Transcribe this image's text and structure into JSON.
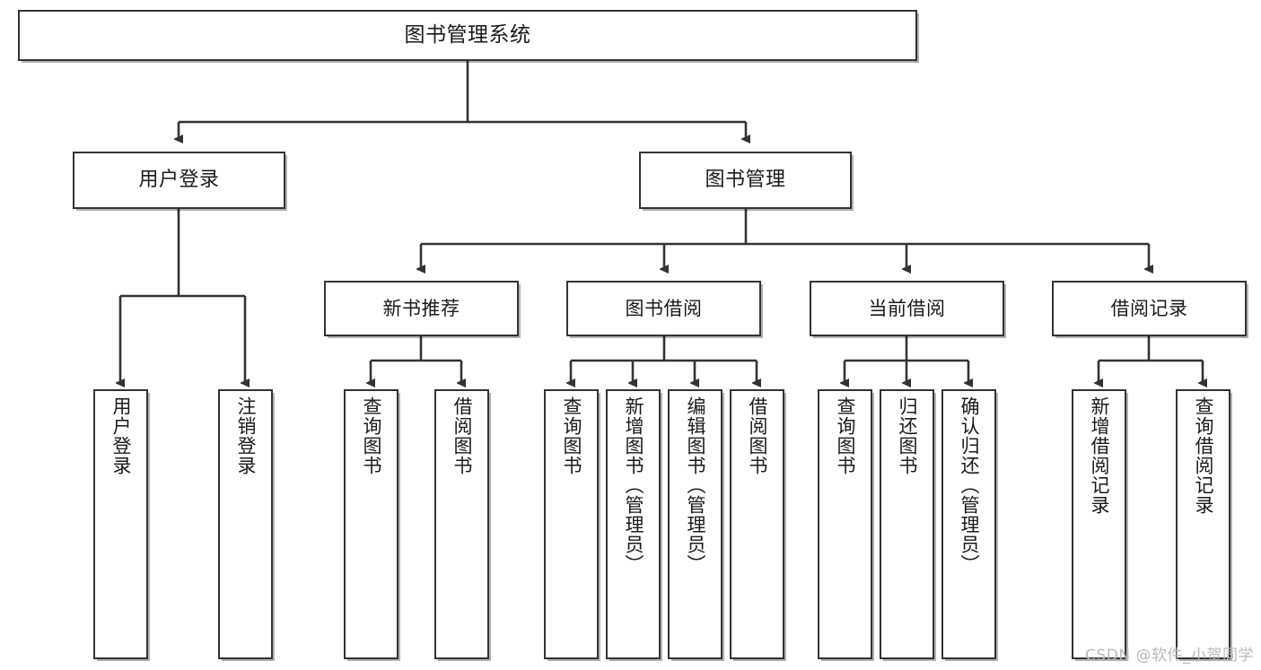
{
  "diagram": {
    "title": "图书管理系统",
    "type": "tree-hierarchy-diagram",
    "colors": {
      "node_border": "#333333",
      "node_fill": "#ffffff",
      "edge": "#333333",
      "text": "#1a1a1a",
      "watermark": "#b9b9b9",
      "background": "#ffffff"
    }
  },
  "root": {
    "label": "图书管理系统"
  },
  "level2": [
    {
      "label": "用户登录"
    },
    {
      "label": "图书管理"
    }
  ],
  "level3": [
    {
      "label": "新书推荐"
    },
    {
      "label": "图书借阅"
    },
    {
      "label": "当前借阅"
    },
    {
      "label": "借阅记录"
    }
  ],
  "leaves": {
    "user_login": [
      {
        "label": "用户登录"
      },
      {
        "label": "注销登录"
      }
    ],
    "new_book": [
      {
        "label": "查询图书"
      },
      {
        "label": "借阅图书"
      }
    ],
    "book_borrow": [
      {
        "label": "查询图书"
      },
      {
        "label": "新增图书（管理员）"
      },
      {
        "label": "编辑图书（管理员）"
      },
      {
        "label": "借阅图书"
      }
    ],
    "current_borrow": [
      {
        "label": "查询图书"
      },
      {
        "label": "归还图书"
      },
      {
        "label": "确认归还（管理员）"
      }
    ],
    "borrow_record": [
      {
        "label": "新增借阅记录"
      },
      {
        "label": "查询借阅记录"
      }
    ]
  },
  "watermark": {
    "text": "CSDN @软件_小贺同学"
  }
}
